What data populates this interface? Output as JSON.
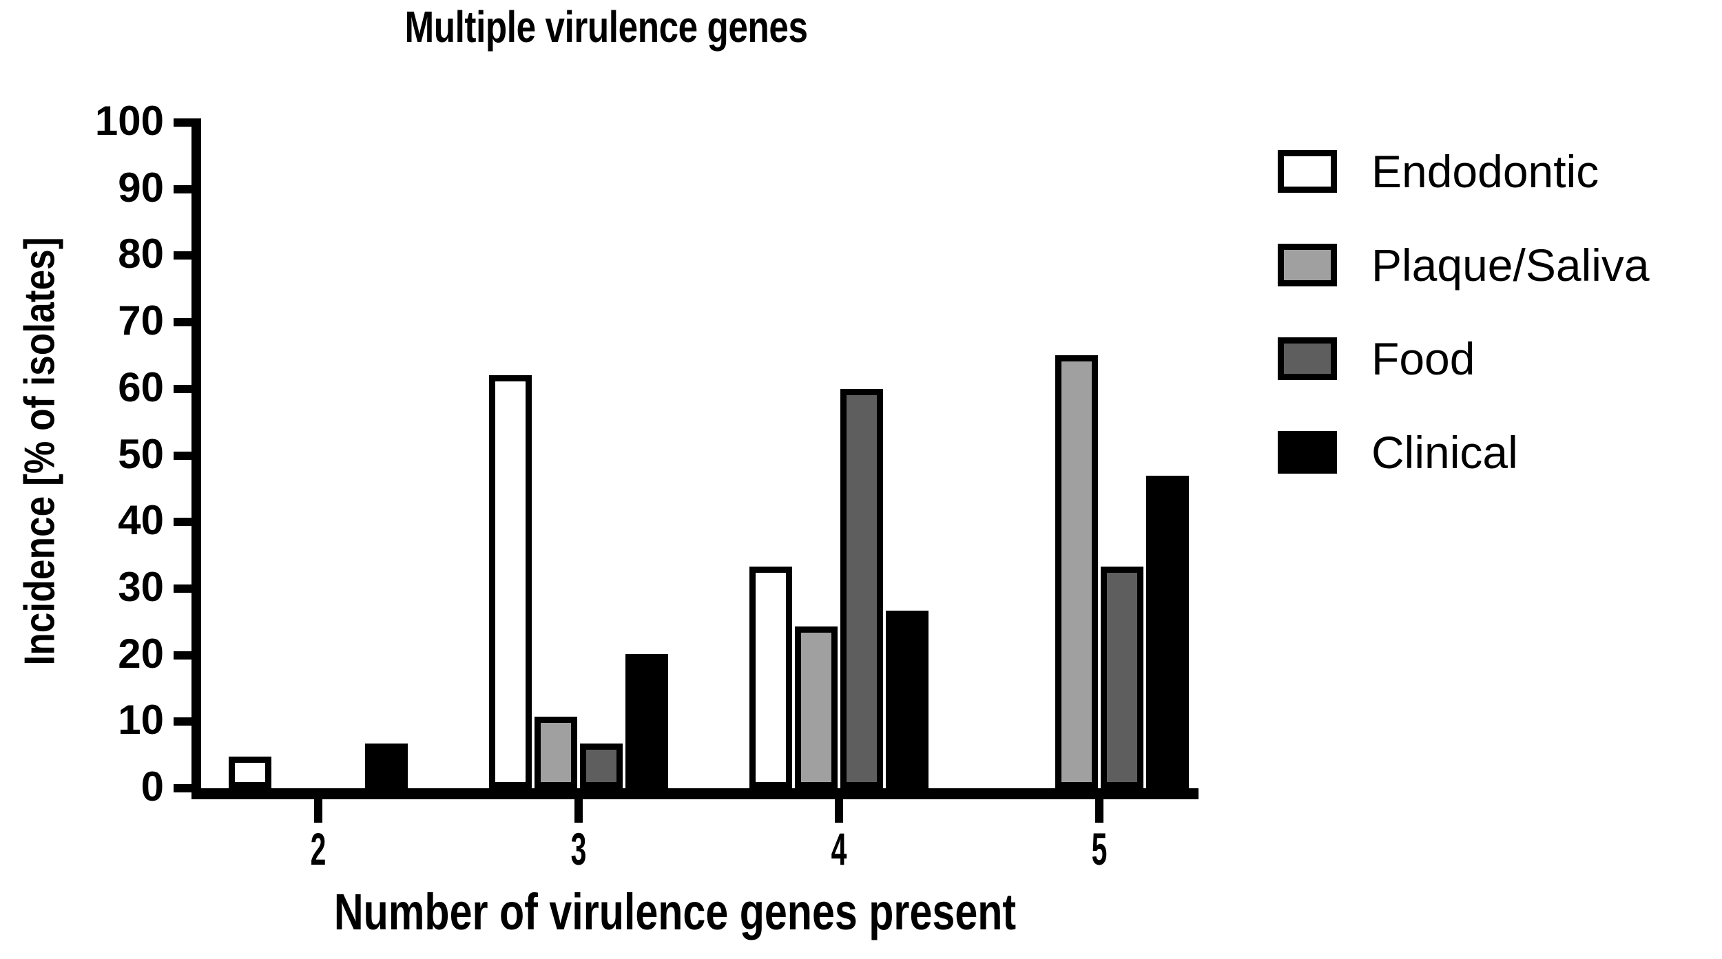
{
  "chart_data": {
    "type": "bar",
    "title": "Multiple virulence genes",
    "xlabel": "Number of virulence genes present",
    "ylabel": "Incidence [% of isolates]",
    "categories": [
      "2",
      "3",
      "4",
      "5"
    ],
    "ylim": [
      0,
      100
    ],
    "yticks": [
      100,
      90,
      80,
      70,
      60,
      50,
      40,
      30,
      20,
      10,
      0
    ],
    "grid": false,
    "legend_position": "right",
    "series": [
      {
        "name": "Endodontic",
        "color": "#ffffff",
        "values": [
          4.8,
          62.0,
          33.3,
          0.0
        ]
      },
      {
        "name": "Plaque/Saliva",
        "color": "#a0a0a0",
        "values": [
          0.0,
          10.8,
          24.3,
          65.0
        ]
      },
      {
        "name": "Food",
        "color": "#5e5e5e",
        "values": [
          0.0,
          6.7,
          60.0,
          33.3
        ]
      },
      {
        "name": "Clinical",
        "color": "#000000",
        "values": [
          6.7,
          20.2,
          26.7,
          47.0
        ]
      }
    ]
  },
  "axis": {
    "y_tick_labels": [
      "100",
      "90",
      "80",
      "70",
      "60",
      "50",
      "40",
      "30",
      "20",
      "10",
      "0"
    ],
    "x_tick_labels": [
      "2",
      "3",
      "4",
      "5"
    ]
  },
  "legend": {
    "items": [
      {
        "label": "Endodontic",
        "color": "#ffffff"
      },
      {
        "label": "Plaque/Saliva",
        "color": "#a0a0a0"
      },
      {
        "label": "Food",
        "color": "#5e5e5e"
      },
      {
        "label": "Clinical",
        "color": "#000000"
      }
    ]
  }
}
